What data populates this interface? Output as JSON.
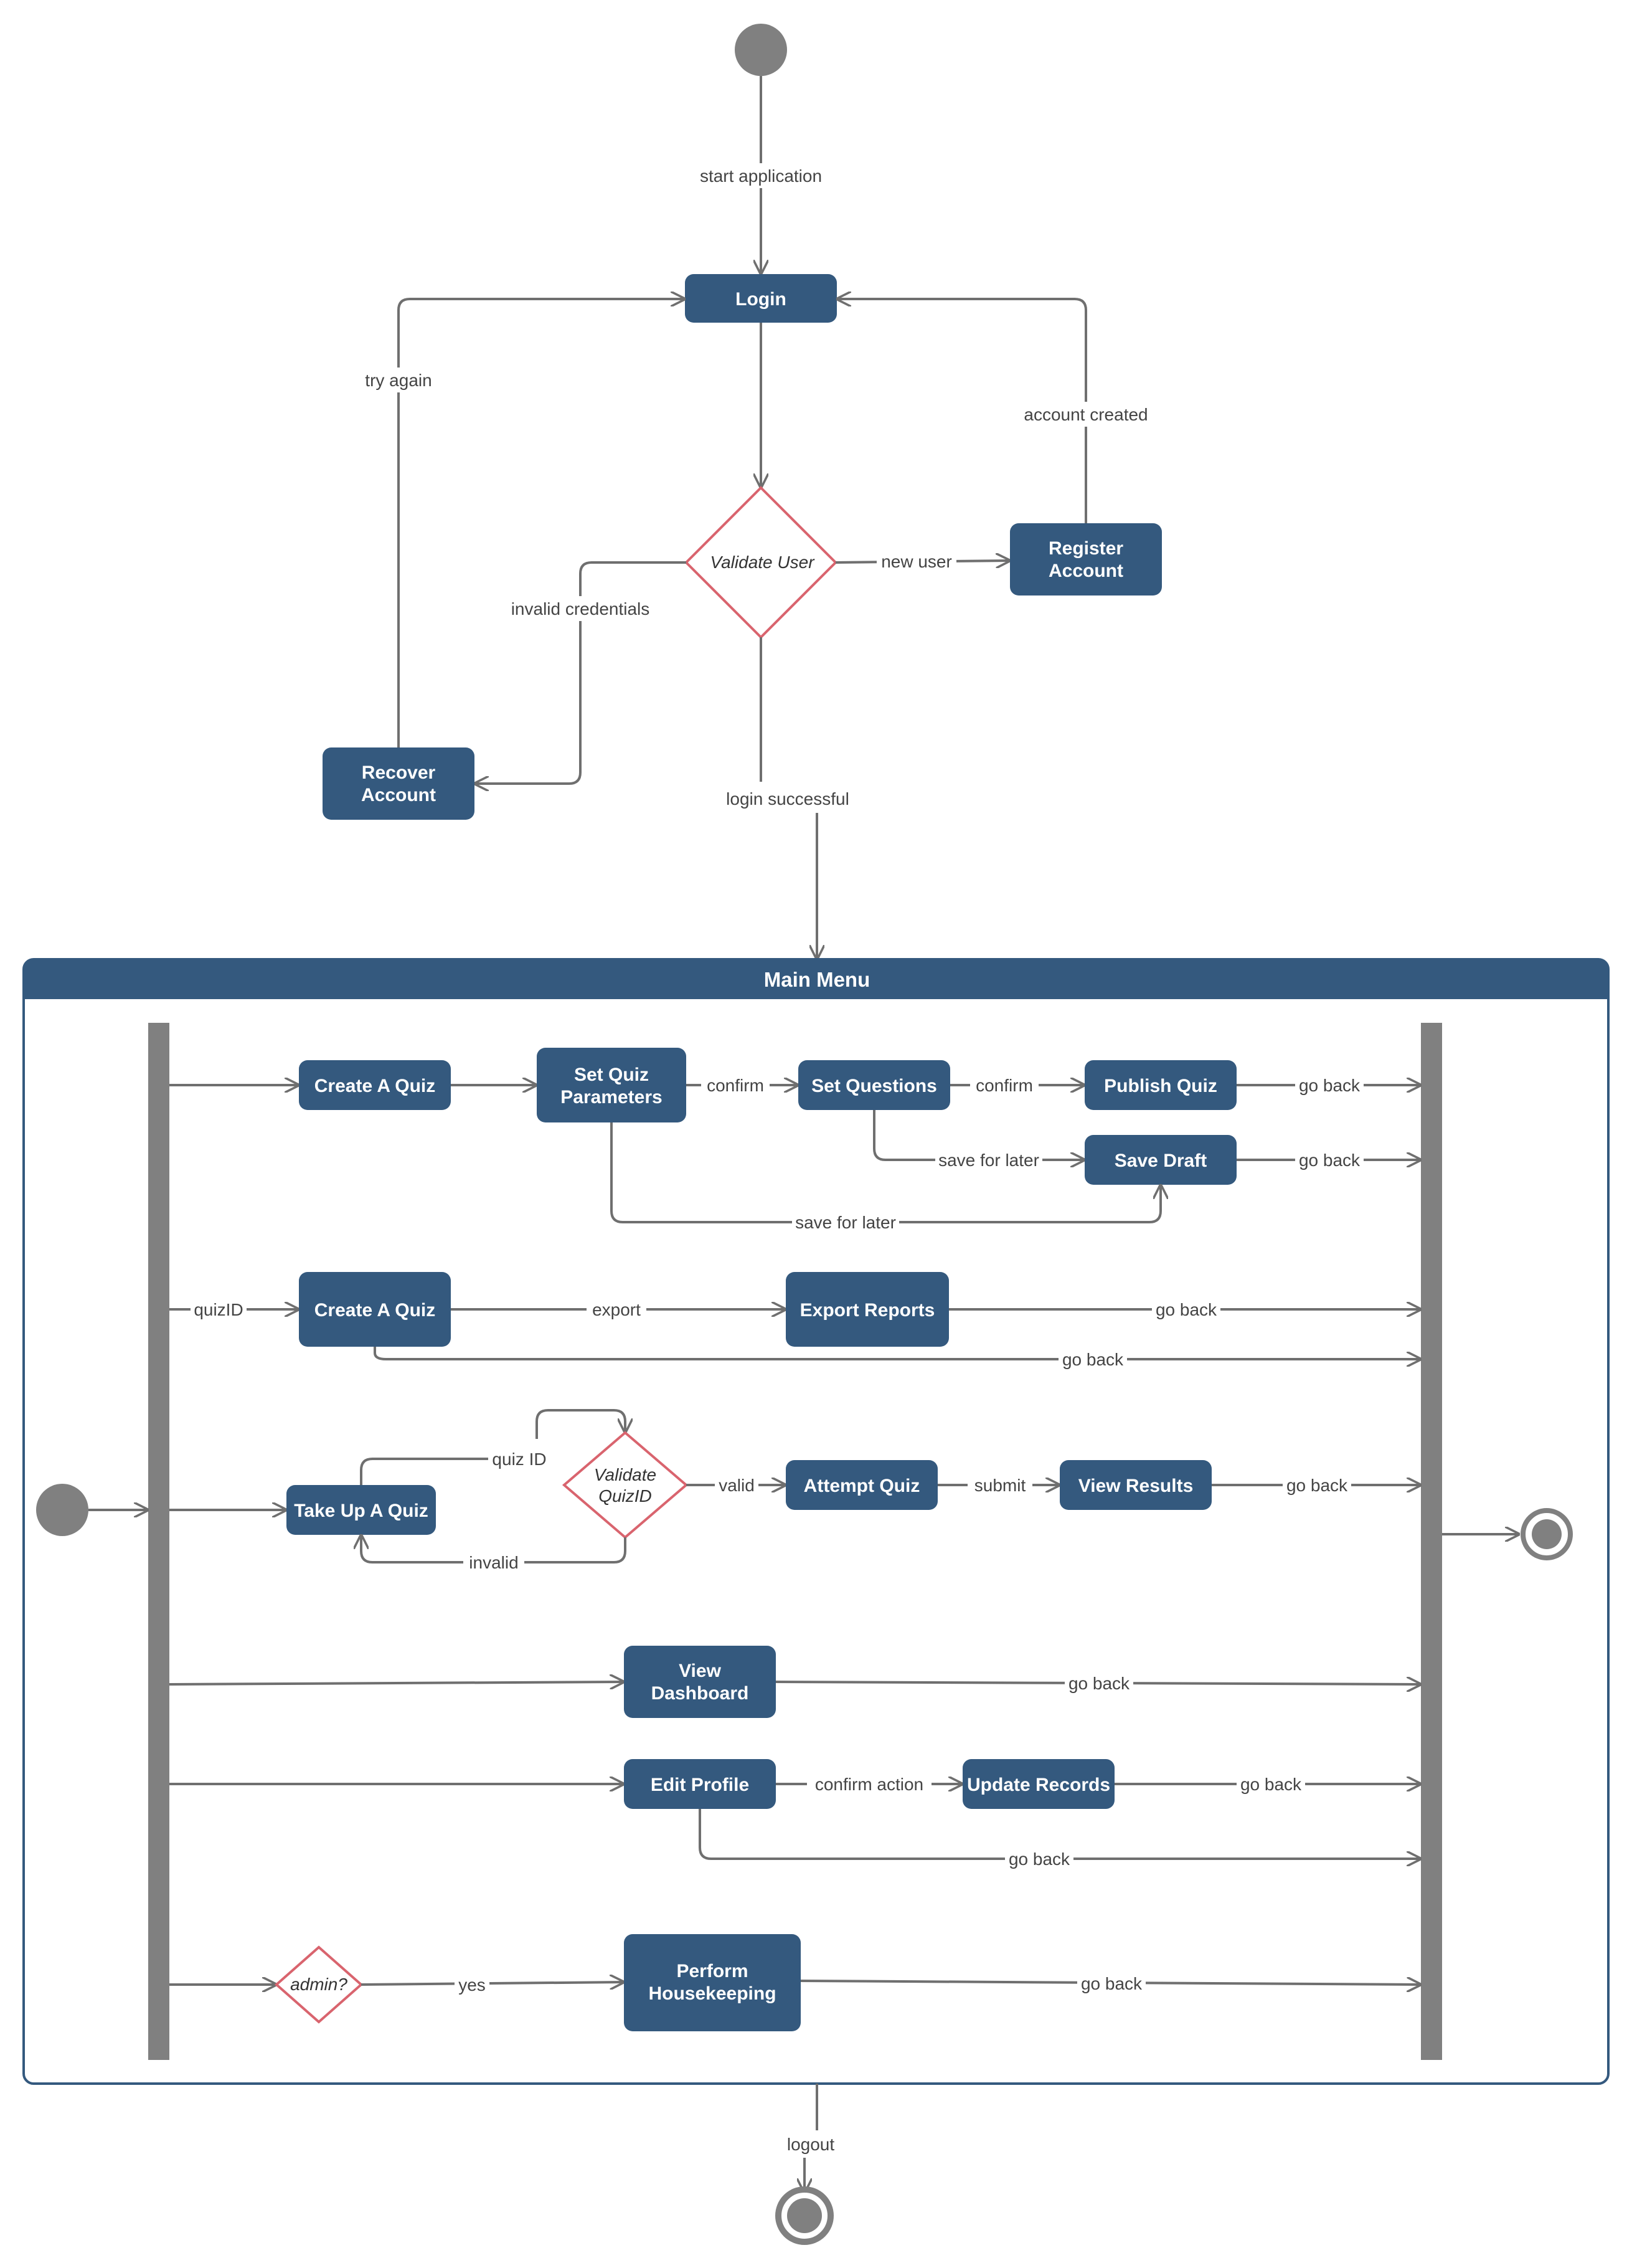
{
  "colors": {
    "node_fill": "#34597e",
    "decision_stroke": "#d9646e",
    "start_node": "#808080",
    "edge": "#6f6f6f",
    "bar": "#808080"
  },
  "nodes": {
    "login": "Login",
    "validate_user": "Validate User",
    "register_account": [
      "Register",
      "Account"
    ],
    "recover_account": [
      "Recover",
      "Account"
    ],
    "main_menu": "Main Menu",
    "create_quiz_1": "Create A Quiz",
    "set_quiz_parameters": [
      "Set Quiz",
      "Parameters"
    ],
    "set_questions": "Set Questions",
    "publish_quiz": "Publish Quiz",
    "save_draft": "Save Draft",
    "create_quiz_2": "Create A Quiz",
    "export_reports": "Export Reports",
    "take_up_quiz": "Take Up A Quiz",
    "validate_quizid": [
      "Validate",
      "QuizID"
    ],
    "attempt_quiz": "Attempt Quiz",
    "view_results": "View Results",
    "view_dashboard": [
      "View",
      "Dashboard"
    ],
    "edit_profile": "Edit Profile",
    "update_records": "Update Records",
    "admin_decision": "admin?",
    "perform_housekeeping": [
      "Perform",
      "Housekeeping"
    ]
  },
  "edge_labels": {
    "start_application": "start application",
    "try_again": "try again",
    "account_created": "account created",
    "new_user": "new user",
    "invalid_credentials": "invalid credentials",
    "login_successful": "login successful",
    "confirm_1": "confirm",
    "confirm_2": "confirm",
    "go_back_publish": "go back",
    "save_for_later_1": "save for later",
    "go_back_draft": "go back",
    "save_for_later_2": "save for later",
    "quizID": "quizID",
    "export": "export",
    "go_back_export": "go back",
    "go_back_create2": "go back",
    "quiz_ID": "quiz ID",
    "valid": "valid",
    "invalid": "invalid",
    "submit": "submit",
    "go_back_results": "go back",
    "go_back_dashboard": "go back",
    "confirm_action": "confirm action",
    "go_back_records": "go back",
    "go_back_profile": "go back",
    "yes": "yes",
    "go_back_housekeeping": "go back",
    "logout": "logout"
  }
}
